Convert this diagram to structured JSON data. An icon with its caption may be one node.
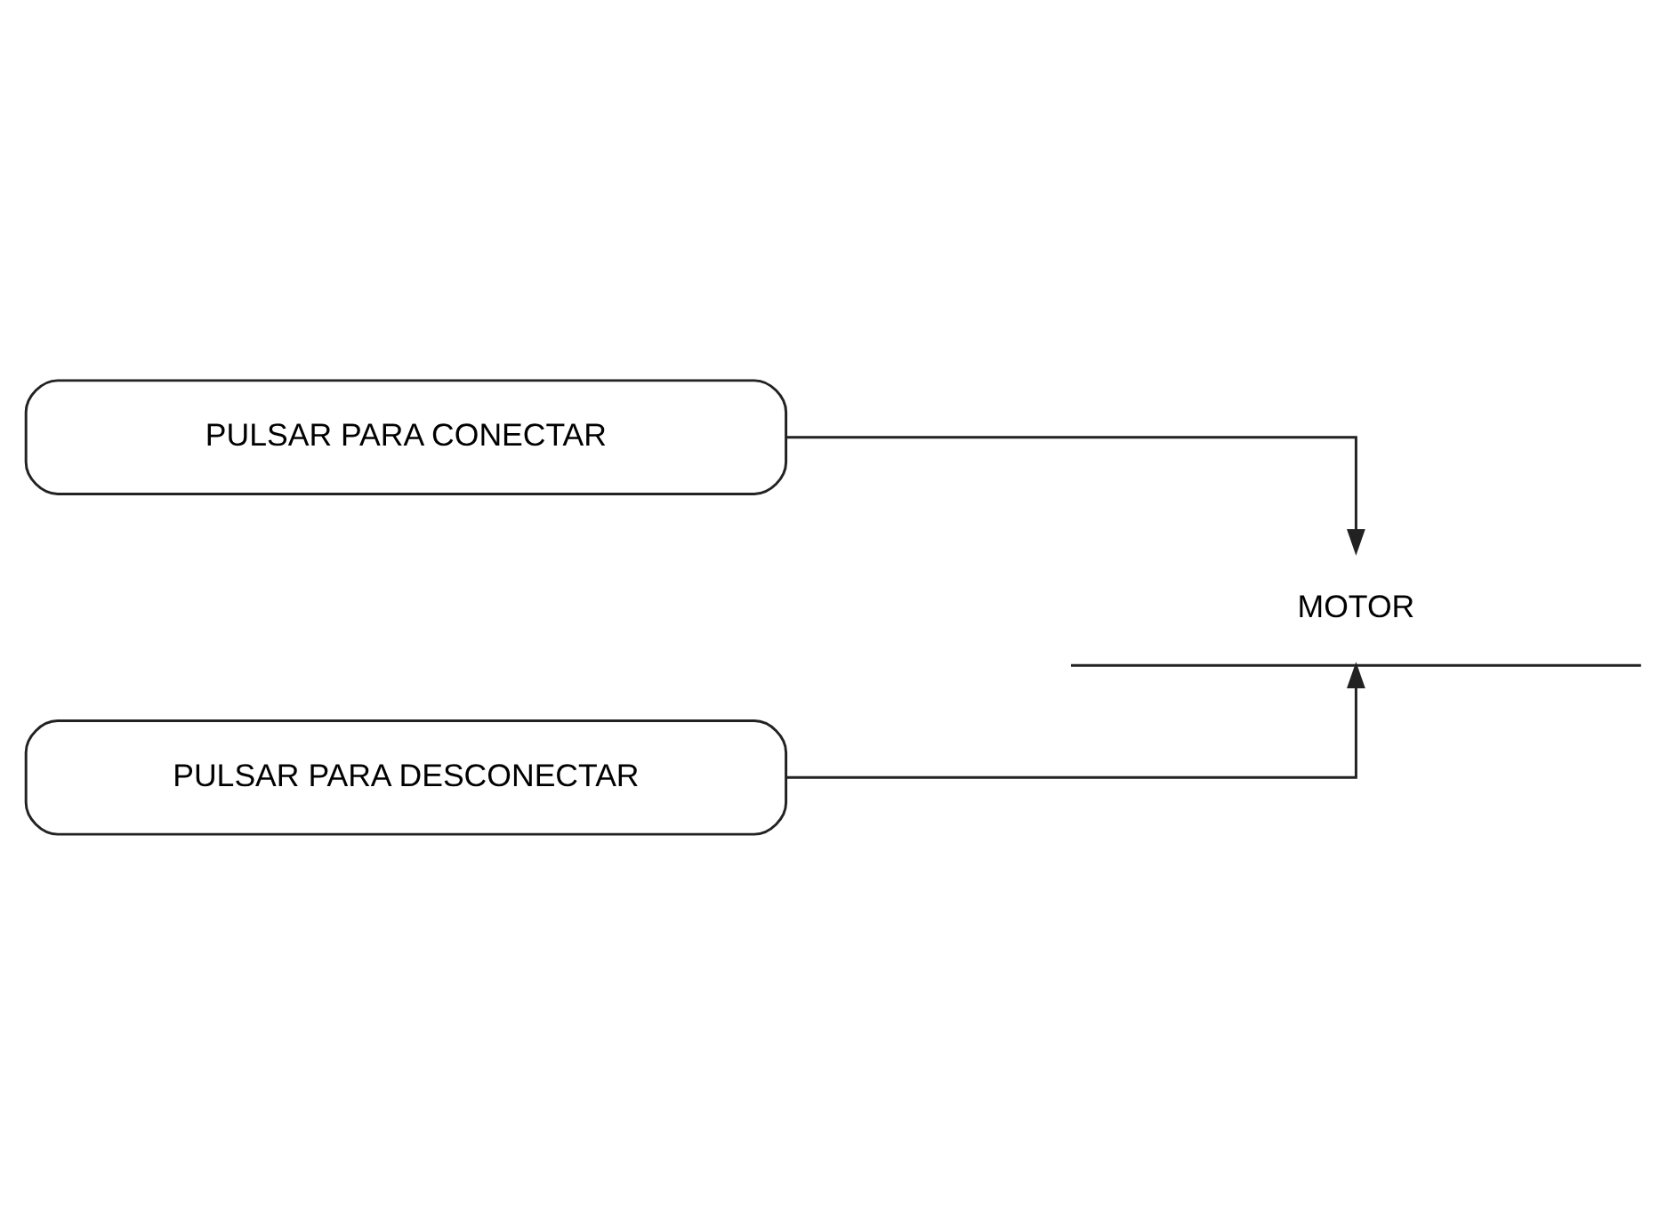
{
  "diagram": {
    "nodes": [
      {
        "text": [
          "PULSAR PARA CONECTAR"
        ]
      },
      {
        "text": [
          "PULSAR PARA DESCONECTAR"
        ]
      },
      {
        "text": [
          "MOTOR"
        ]
      }
    ],
    "edges": [
      {
        "from": 0,
        "to": 2,
        "arrow": "to"
      },
      {
        "from": 1,
        "to": 2,
        "arrow": "to"
      }
    ]
  }
}
